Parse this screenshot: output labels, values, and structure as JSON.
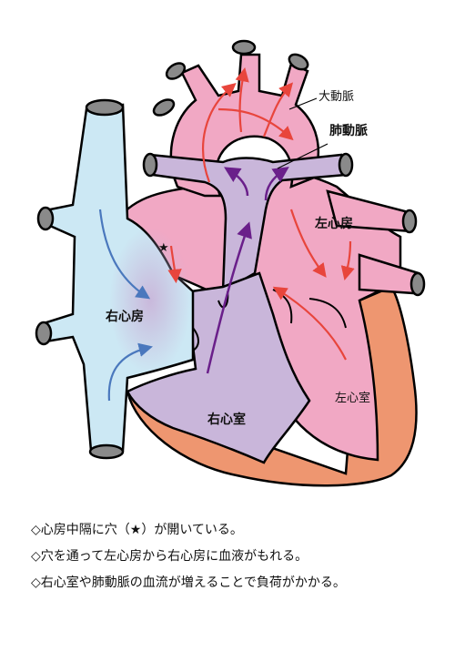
{
  "labels": {
    "aorta": "大動脈",
    "pulmonary_artery": "肺動脈",
    "left_atrium": "左心房",
    "right_atrium": "右心房",
    "left_ventricle": "左心室",
    "right_ventricle": "右心室",
    "star": "★"
  },
  "notes": [
    "◇心房中隔に穴（★）が開いている。",
    "◇穴を通って左心房から右心房に血液がもれる。",
    "◇右心室や肺動脈の血流が増えることで負荷がかかる。"
  ],
  "colors": {
    "vena_cava": "#cce8f4",
    "pink_arterial": "#f1a8c4",
    "purple_venous": "#c9b6da",
    "myocardium_orange": "#ee9670",
    "vessel_end_gray": "#8a8a8a",
    "arrow_red": "#e8453c",
    "arrow_blue": "#4a78bd",
    "arrow_purple": "#6a1f8a"
  }
}
